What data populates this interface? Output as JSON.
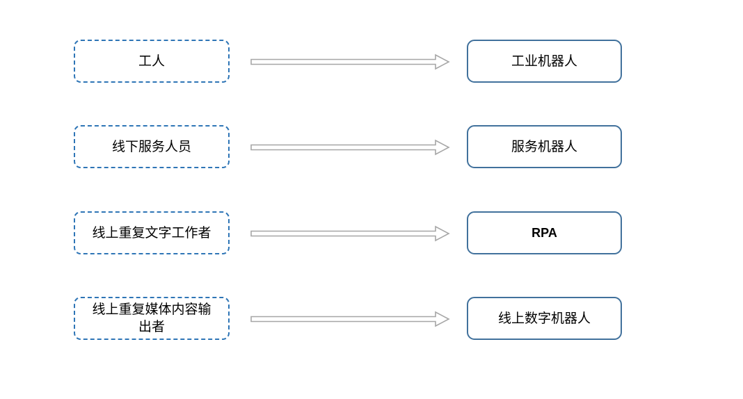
{
  "diagram": {
    "description": "Mapping of human job roles to robot/automation counterparts",
    "rows": [
      {
        "source": "工人",
        "target": "工业机器人"
      },
      {
        "source": "线下服务人员",
        "target": "服务机器人"
      },
      {
        "source": "线上重复文字工作者",
        "target": "RPA"
      },
      {
        "source": "线上重复媒体内容输出者",
        "target": "线上数字机器人"
      }
    ],
    "colors": {
      "source_box_border": "#2E75B6",
      "target_box_border": "#41719C",
      "arrow_outline": "#A6A6A6",
      "text": "#000000",
      "background": "#FFFFFF"
    },
    "arrow_icon": "hollow-right-arrow"
  }
}
